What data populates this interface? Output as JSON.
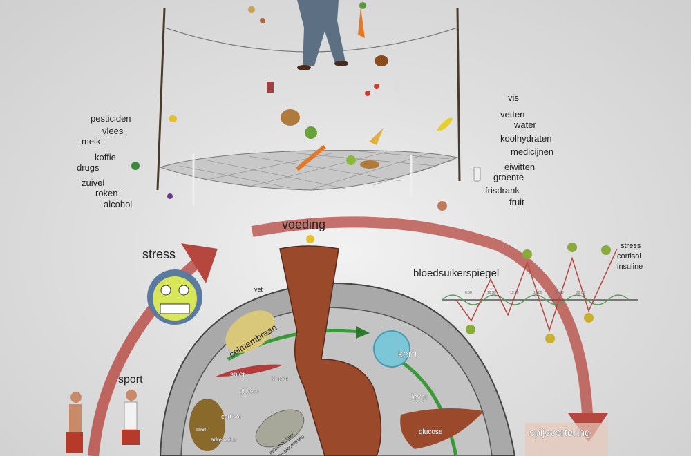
{
  "title_words": {
    "voeding": "voeding",
    "stress": "stress",
    "sport": "sport",
    "bloedsuikerspiegel": "bloedsuikerspiegel",
    "spijsvertering": "spijsvertering"
  },
  "left_items": [
    "pesticiden",
    "vlees",
    "melk",
    "koffie",
    "drugs",
    "zuivel",
    "roken",
    "alcohol"
  ],
  "right_items": [
    "vis",
    "vetten",
    "water",
    "koolhydraten",
    "medicijnen",
    "eiwitten",
    "groente",
    "frisdrank",
    "fruit"
  ],
  "graph_legend": [
    "stress",
    "cortisol",
    "insuline"
  ],
  "graph_times": [
    "6:00",
    "10:30",
    "13:00",
    "16:00",
    "18:00",
    "22:00"
  ],
  "cell_labels": {
    "vet": "vet",
    "celmembraan": "celmembraan",
    "kern": "kern",
    "spier": "spier",
    "lactaat": "lactaat",
    "glucose_muscle": "glucose",
    "lever": "lever",
    "glucose_liver": "glucose",
    "nier": "nier",
    "cortisol": "cortisol",
    "adrenaline": "adrenaline",
    "mitochondrien": "mitochondriën",
    "energiecentrale": "(energiecentrale)"
  },
  "colors": {
    "arrow": "#b5473f",
    "green": "#3a9a3a",
    "cell": "#a9a9a9",
    "organ": "#9a4a2a"
  }
}
